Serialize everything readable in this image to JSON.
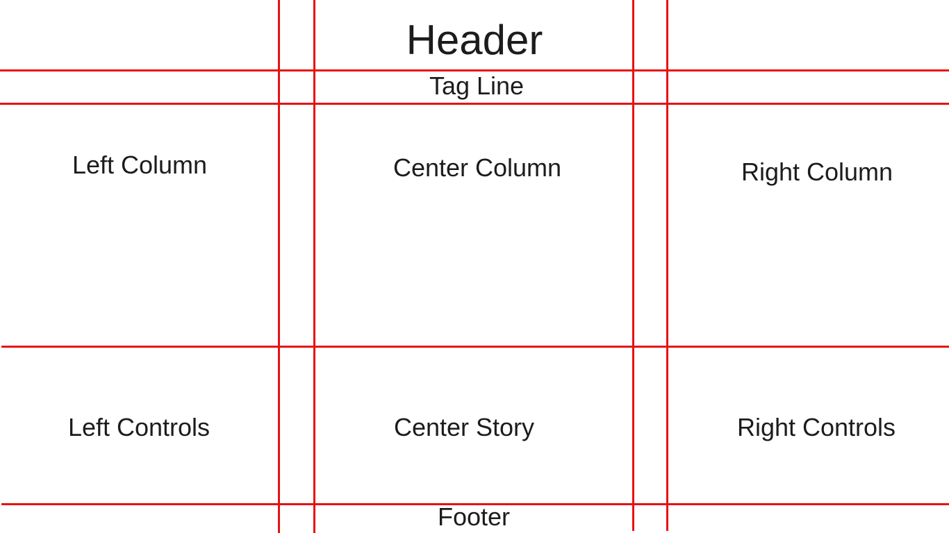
{
  "wireframe": {
    "line_color": "#e81010",
    "text_color": "#1c1c1c",
    "background": "#ffffff",
    "labels": {
      "header": "Header",
      "tag_line": "Tag Line",
      "left_column": "Left Column",
      "center_column": "Center Column",
      "right_column": "Right Column",
      "left_controls": "Left Controls",
      "center_story": "Center Story",
      "right_controls": "Right Controls",
      "footer": "Footer"
    }
  }
}
